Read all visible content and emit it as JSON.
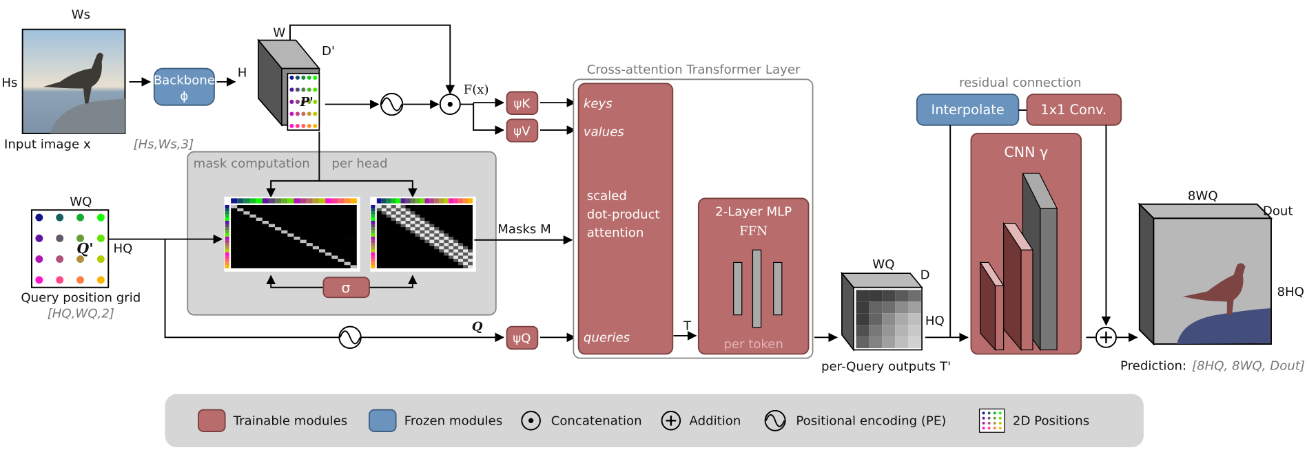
{
  "colors": {
    "trainable": "#b96c6c",
    "frozen": "#6a93bd",
    "panel": "#d6d6d6"
  },
  "input": {
    "width_label": "Ws",
    "height_label": "Hs",
    "caption": "Input image x",
    "shape": "[Hs,Ws,3]"
  },
  "backbone": {
    "label": "Backbone",
    "symbol": "ϕ"
  },
  "features": {
    "h_label": "H",
    "w_label": "W",
    "d_label": "D'",
    "pos_label": "P'",
    "fx_label": "F(x)"
  },
  "psi": {
    "k": "ψK",
    "v": "ψV",
    "q": "ψQ"
  },
  "mask_panel": {
    "title_left": "mask computation",
    "title_right": "per head",
    "ellipsis": "...",
    "sigma": "σ",
    "output_label": "Masks M"
  },
  "query": {
    "width_label": "WQ",
    "height_label": "HQ",
    "pos_label": "Q'",
    "caption": "Query position grid",
    "shape": "[HQ,WQ,2]",
    "q_label": "Q"
  },
  "transformer": {
    "title": "Cross-attention Transformer Layer",
    "keys": "keys",
    "values": "values",
    "attention_lines": [
      "scaled",
      "dot-product",
      "attention"
    ],
    "queries": "queries",
    "mlp_title": "2-Layer MLP",
    "mlp_sub": "FFN",
    "per_token": "per token",
    "t_label": "T"
  },
  "outputs": {
    "w_label": "WQ",
    "d_label": "D",
    "h_label": "HQ",
    "caption": "per-Query outputs T'"
  },
  "residual": {
    "title": "residual connection",
    "interpolate": "Interpolate",
    "conv": "1x1 Conv."
  },
  "cnn": {
    "label": "CNN γ"
  },
  "prediction": {
    "w_label": "8WQ",
    "d_label": "Dout",
    "h_label": "8HQ",
    "caption": "Prediction:",
    "shape": "[8HQ, 8WQ, Dout]"
  },
  "legend": {
    "trainable": "Trainable modules",
    "frozen": "Frozen modules",
    "concat": "Concatenation",
    "addition": "Addition",
    "pe": "Positional encoding (PE)",
    "positions": "2D Positions"
  }
}
